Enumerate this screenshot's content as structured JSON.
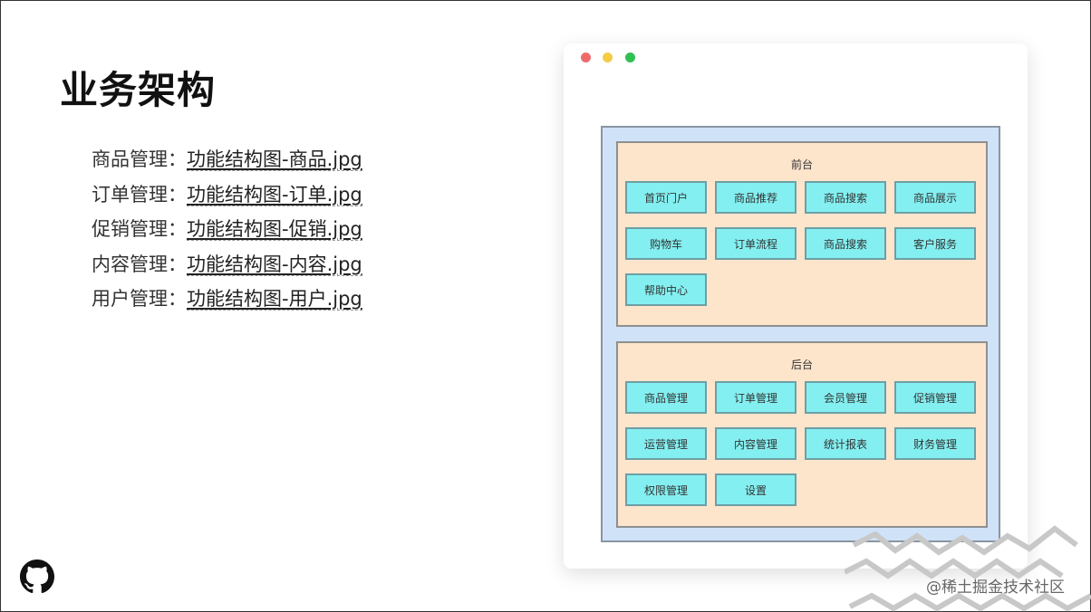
{
  "title": "业务架构",
  "links": [
    {
      "label": "商品管理：",
      "link": "功能结构图-商品.jpg"
    },
    {
      "label": "订单管理：",
      "link": "功能结构图-订单.jpg"
    },
    {
      "label": "促销管理：",
      "link": "功能结构图-促销.jpg"
    },
    {
      "label": "内容管理：",
      "link": "功能结构图-内容.jpg"
    },
    {
      "label": "用户管理：",
      "link": "功能结构图-用户.jpg"
    }
  ],
  "icons": {
    "repo": "github-icon"
  },
  "diagram": {
    "front": {
      "title": "前台",
      "items": [
        "首页门户",
        "商品推荐",
        "商品搜索",
        "商品展示",
        "购物车",
        "订单流程",
        "商品搜索",
        "客户服务",
        "帮助中心"
      ]
    },
    "back": {
      "title": "后台",
      "items": [
        "商品管理",
        "订单管理",
        "会员管理",
        "促销管理",
        "运营管理",
        "内容管理",
        "统计报表",
        "财务管理",
        "权限管理",
        "设置"
      ]
    }
  },
  "watermark": "@稀土掘金技术社区",
  "colors": {
    "outer_bg": "#cfe2f8",
    "section_bg": "#fde5cc",
    "box_bg": "#84eff0",
    "dot_red": "#ee6a6a",
    "dot_yellow": "#f4cc45",
    "dot_green": "#31c153"
  }
}
